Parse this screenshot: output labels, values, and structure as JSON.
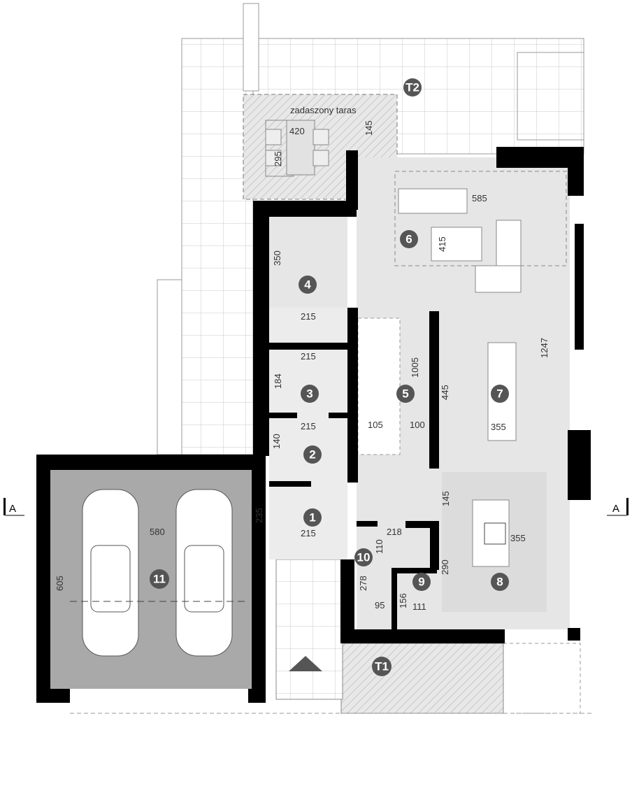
{
  "plan": {
    "terrace_label": "zadaszony taras",
    "section_marks": [
      "A",
      "A"
    ],
    "rooms": {
      "T2": "T2",
      "r6": "6",
      "r4": "4",
      "r3": "3",
      "r5": "5",
      "r7": "7",
      "r2": "2",
      "r1": "1",
      "r10": "10",
      "r9": "9",
      "r8": "8",
      "r11": "11",
      "T1": "T1"
    },
    "dimensions": {
      "terrace_width": "420",
      "terrace_table": "295",
      "terrace_depth": "145",
      "living_width": "585",
      "living_depth": "415",
      "room4_depth": "350",
      "room4_width": "215",
      "room3_width_top": "215",
      "room3_depth": "184",
      "room3_width": "215",
      "room2_depth": "140",
      "stair_length": "1005",
      "stair_width": "105",
      "stair_gap": "100",
      "dining_depth": "445",
      "total_depth": "1247",
      "dining_width": "355",
      "hall_depth": "235",
      "hall_width": "215",
      "garage_width": "580",
      "garage_depth": "605",
      "kitchen_gap": "145",
      "wc_width": "218",
      "wc_depth": "110",
      "kitchen_width": "355",
      "kitchen_depth": "290",
      "closet_depth": "278",
      "pantry_depth": "156",
      "closet_width": "95",
      "pantry_width": "111"
    }
  },
  "colors": {
    "wall": "#000000",
    "floor": "#e6e6e6",
    "garage": "#a9a9a9",
    "badge": "#555555",
    "grid": "#c8c8c8"
  }
}
